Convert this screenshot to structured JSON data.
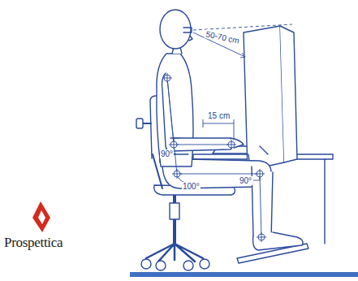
{
  "diagram": {
    "labels": [
      "50-70 cm",
      "15 cm",
      "90°",
      "100°",
      "90°",
      "Prospettica"
    ]
  }
}
